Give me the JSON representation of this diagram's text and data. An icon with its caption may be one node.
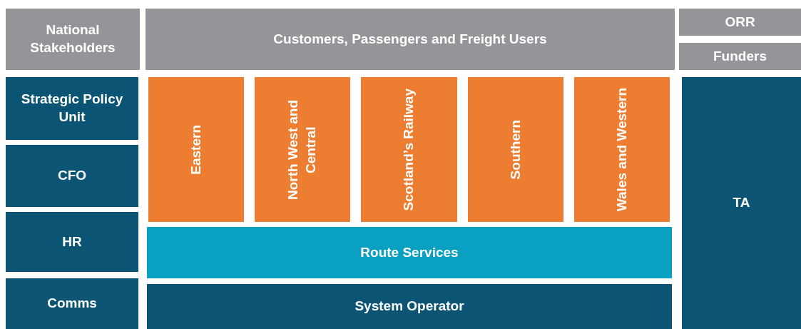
{
  "diagram": {
    "nodes": [
      {
        "text": [
          "National Stakeholders"
        ]
      },
      {
        "text": [
          "Customers, Passengers and Freight Users"
        ]
      },
      {
        "text": [
          "ORR"
        ]
      },
      {
        "text": [
          "Funders"
        ]
      },
      {
        "text": [
          "Strategic Policy Unit"
        ]
      },
      {
        "text": [
          "Eastern"
        ]
      },
      {
        "text": [
          "North West and Central"
        ]
      },
      {
        "text": [
          "Scotland’s Railway"
        ]
      },
      {
        "text": [
          "Southern"
        ]
      },
      {
        "text": [
          "Wales and Western"
        ]
      },
      {
        "text": [
          "TA"
        ]
      },
      {
        "text": [
          "CFO"
        ]
      },
      {
        "text": [
          "HR"
        ]
      },
      {
        "text": [
          "Route Services"
        ]
      },
      {
        "text": [
          "Comms"
        ]
      },
      {
        "text": [
          "System Operator"
        ]
      }
    ]
  }
}
